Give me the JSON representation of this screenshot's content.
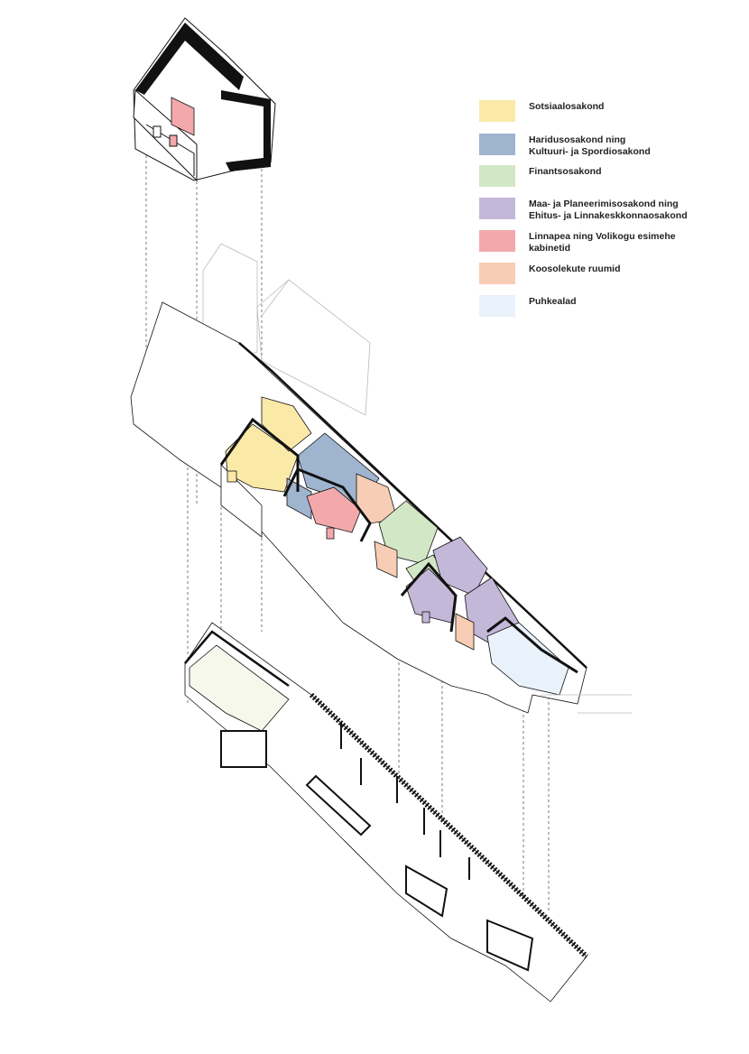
{
  "legend": {
    "items": [
      {
        "label": "Sotsiaalosakond",
        "color": "#fbe9a8"
      },
      {
        "label": "Haridusosakond ning\nKultuuri- ja Spordiosakond",
        "color": "#9fb4cf"
      },
      {
        "label": "Finantsosakond",
        "color": "#d2e7c6"
      },
      {
        "label": "Maa- ja Planeerimisosakond ning\nEhitus- ja Linnakeskkonnaosakond",
        "color": "#c4b8d9"
      },
      {
        "label": "Linnapea ning Volikogu esimehe\nkabinetid",
        "color": "#f3a9ac"
      },
      {
        "label": "Koosolekute ruumid",
        "color": "#f7cdb5"
      },
      {
        "label": "Puhkealad",
        "color": "#e9f1fb"
      }
    ]
  }
}
